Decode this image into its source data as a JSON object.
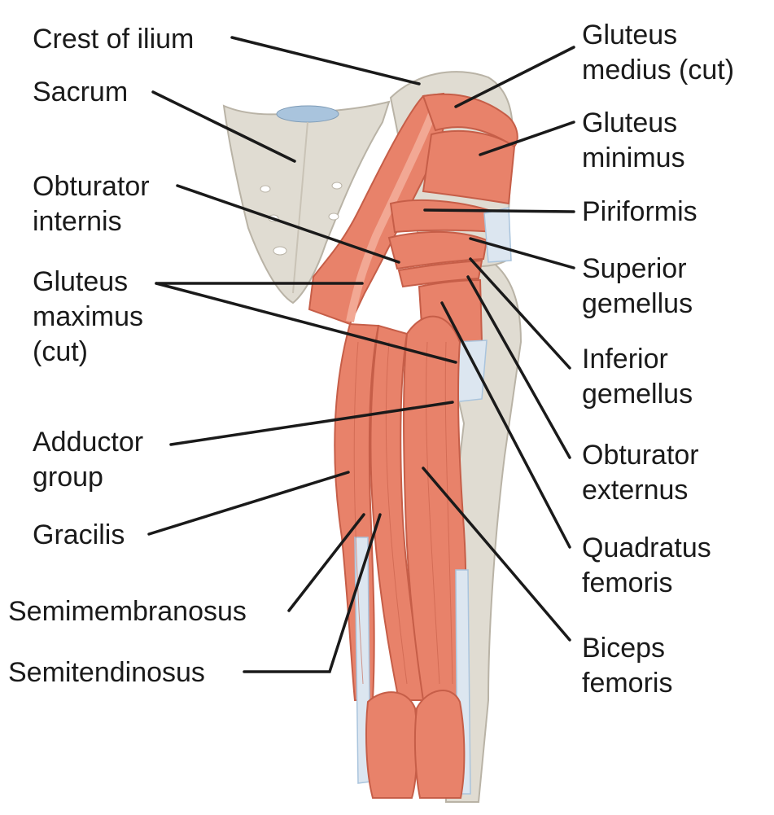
{
  "colors": {
    "muscle": "#E8826A",
    "muscle_dark": "#C65E48",
    "muscle_light": "#F2A894",
    "bone": "#E0DCD2",
    "bone_edge": "#B9B3A6",
    "tendon": "#DCE6F0",
    "tendon_blue": "#A9C4DD",
    "leader": "#1a1a1a",
    "text": "#1a1a1a"
  },
  "labels": {
    "crest_of_ilium": [
      "Crest of ilium"
    ],
    "sacrum": [
      "Sacrum"
    ],
    "obturator_internis": [
      "Obturator",
      "internis"
    ],
    "gluteus_maximus_cut": [
      "Gluteus",
      "maximus",
      "(cut)"
    ],
    "adductor_group": [
      "Adductor",
      "group"
    ],
    "gracilis": [
      "Gracilis"
    ],
    "semimembranosus": [
      "Semimembranosus"
    ],
    "semitendinosus": [
      "Semitendinosus"
    ],
    "gluteus_medius_cut": [
      "Gluteus",
      "medius (cut)"
    ],
    "gluteus_minimus": [
      "Gluteus",
      "minimus"
    ],
    "piriformis": [
      "Piriformis"
    ],
    "superior_gemellus": [
      "Superior",
      "gemellus"
    ],
    "inferior_gemellus": [
      "Inferior",
      "gemellus"
    ],
    "obturator_externus": [
      "Obturator",
      "externus"
    ],
    "quadratus_femoris": [
      "Quadratus",
      "femoris"
    ],
    "biceps_femoris": [
      "Biceps",
      "femoris"
    ]
  }
}
